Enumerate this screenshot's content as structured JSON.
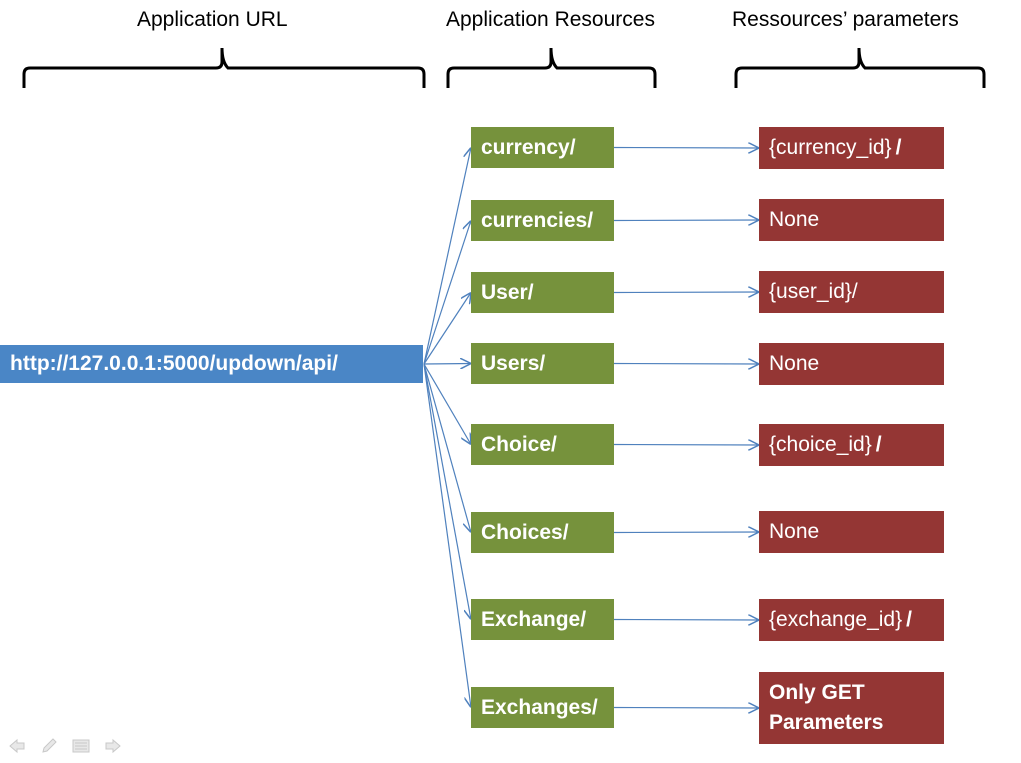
{
  "headers": {
    "application_url": "Application URL",
    "application_resources": "Application Resources",
    "resources_parameters": "Ressources’ parameters"
  },
  "base_url": "http://127.0.0.1:5000/updown/api/",
  "rows": [
    {
      "resource": "currency/",
      "param": "{currency_id}",
      "slash": "/"
    },
    {
      "resource": "currencies/",
      "param": "None"
    },
    {
      "resource": "User/",
      "param": "{user_id}/"
    },
    {
      "resource": "Users/",
      "param": "None"
    },
    {
      "resource": "Choice/",
      "param": "{choice_id}",
      "slash": "/"
    },
    {
      "resource": "Choices/",
      "param": "None"
    },
    {
      "resource": "Exchange/",
      "param": "{exchange_id}",
      "slash": "/"
    },
    {
      "resource": "Exchanges/",
      "param": "Only GET Parameters"
    }
  ],
  "colors": {
    "url_box": "#4a86c6",
    "resource_box": "#76923c",
    "param_box": "#943634",
    "arrow": "#4f81bd"
  },
  "icons": [
    "back-arrow-icon",
    "pen-icon",
    "menu-icon",
    "forward-arrow-icon"
  ]
}
